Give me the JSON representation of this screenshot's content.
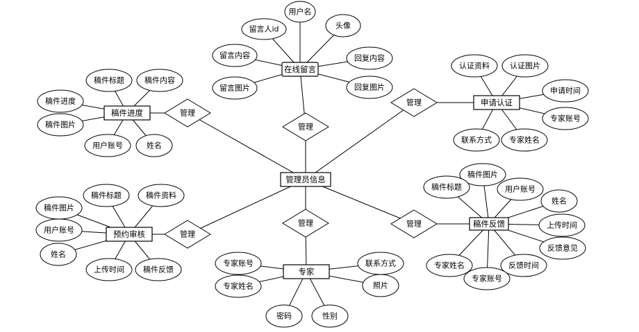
{
  "entities": {
    "admin": "管理员信息",
    "message": "在线留言",
    "progress": "稿件进度",
    "apply": "申请认证",
    "review": "预约审核",
    "feedback": "稿件反馈",
    "expert": "专家"
  },
  "relations": {
    "r_message": "管理",
    "r_progress": "管理",
    "r_apply": "管理",
    "r_review": "管理",
    "r_feedback": "管理",
    "r_expert": "管理"
  },
  "attributes": {
    "m_username": "用户名",
    "m_msgid": "留言人id",
    "m_avatar": "头像",
    "m_content": "留言内容",
    "m_reply": "回复内容",
    "m_image": "留言图片",
    "m_replyimg": "回复图片",
    "p_title": "稿件标题",
    "p_content": "稿件内容",
    "p_progress": "稿件进度",
    "p_image": "稿件图片",
    "p_account": "用户账号",
    "p_name": "姓名",
    "a_material": "认证资料",
    "a_image": "认证图片",
    "a_time": "申请时间",
    "a_expert": "专家账号",
    "a_contact": "联系方式",
    "a_name": "专家姓名",
    "r_title": "稿件标题",
    "r_material": "稿件资料",
    "r_image": "稿件图片",
    "r_account": "用户账号",
    "r_name": "姓名",
    "r_time": "上传时间",
    "r_feedback": "稿件反馈",
    "f_image": "稿件图片",
    "f_title": "稿件标题",
    "f_account": "用户账号",
    "f_name": "姓名",
    "f_time": "上传时间",
    "f_opinion": "反馈意见",
    "f_fbtime": "反馈时间",
    "f_expert": "专家账号",
    "f_expertname": "专家姓名",
    "e_account": "专家账号",
    "e_contact": "联系方式",
    "e_name": "专家姓名",
    "e_photo": "照片",
    "e_password": "密码",
    "e_gender": "性别"
  }
}
